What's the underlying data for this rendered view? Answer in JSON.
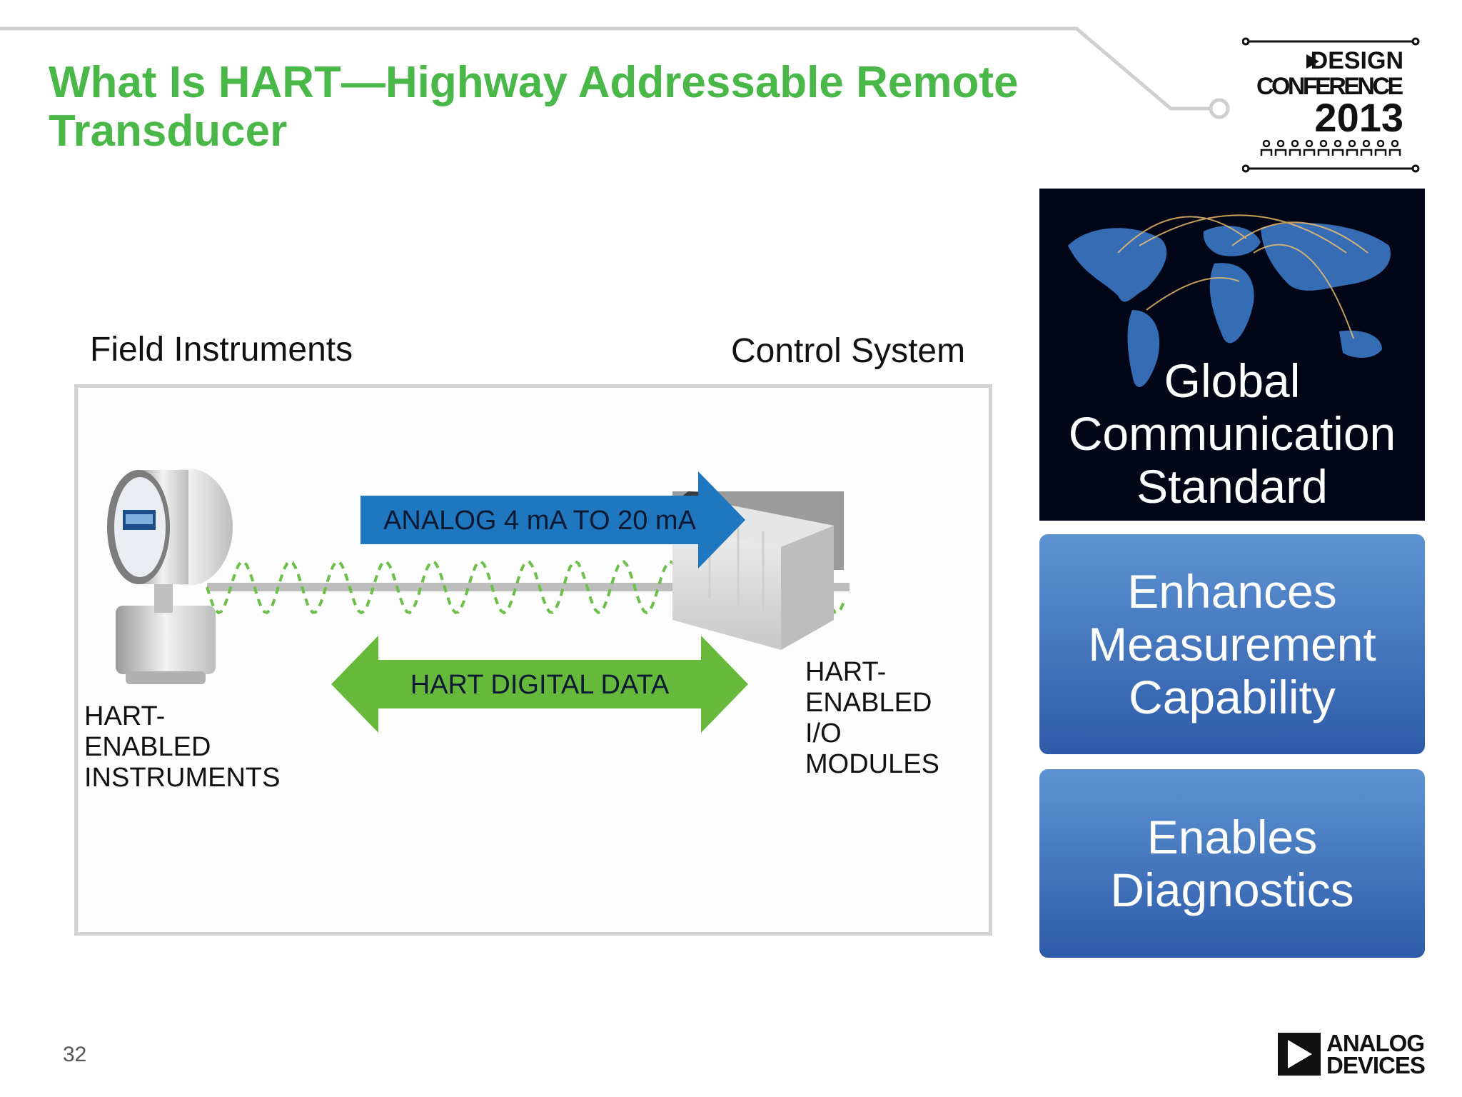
{
  "slide": {
    "title": "What Is HART—Highway Addressable Remote Transducer",
    "page_number": "32"
  },
  "conference_logo": {
    "line1": "DESIGN",
    "line2": "CONFERENCE",
    "year": "2013"
  },
  "diagram": {
    "left_heading": "Field Instruments",
    "right_heading": "Control System",
    "analog_arrow_label": "ANALOG 4 mA TO 20 mA",
    "digital_arrow_label": "HART DIGITAL DATA",
    "instruments_caption": [
      "HART-",
      "ENABLED",
      "INSTRUMENTS"
    ],
    "io_caption": [
      "HART-",
      "ENABLED",
      "I/O",
      "MODULES"
    ],
    "colors": {
      "analog_arrow": "#1f77c0",
      "digital_arrow": "#67b93c",
      "wave": "#6cc04a",
      "cable": "#bdbdbd"
    }
  },
  "panels": [
    {
      "lines": [
        "Global",
        "Communication",
        "Standard"
      ]
    },
    {
      "lines": [
        "Enhances",
        "Measurement",
        "Capability"
      ]
    },
    {
      "lines": [
        "Enables",
        "Diagnostics"
      ]
    }
  ],
  "footer": {
    "logo_line1": "ANALOG",
    "logo_line2": "DEVICES"
  }
}
